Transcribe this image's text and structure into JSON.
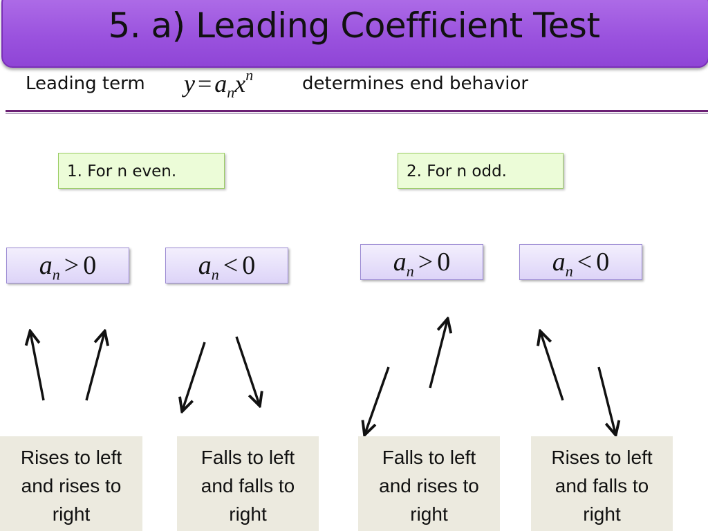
{
  "title": "5. a) Leading Coefficient Test",
  "subtitle": {
    "left": "Leading term",
    "formula": {
      "y": "y",
      "eq": "=",
      "a": "a",
      "sub": "n",
      "x": "x",
      "sup": "n"
    },
    "right": "determines end behavior"
  },
  "cases": [
    {
      "label": "1. For n even."
    },
    {
      "label": "2. For n odd."
    }
  ],
  "conditions": [
    {
      "a": "a",
      "sub": "n",
      "op": ">",
      "val": "0"
    },
    {
      "a": "a",
      "sub": "n",
      "op": "<",
      "val": "0"
    },
    {
      "a": "a",
      "sub": "n",
      "op": ">",
      "val": "0"
    },
    {
      "a": "a",
      "sub": "n",
      "op": "<",
      "val": "0"
    }
  ],
  "descriptions": [
    {
      "line1": "Rises to left",
      "line2": "and rises to",
      "line3": "right"
    },
    {
      "line1": "Falls to left",
      "line2": "and falls to",
      "line3": "right"
    },
    {
      "line1": "Falls to left",
      "line2": "and rises to",
      "line3": "right"
    },
    {
      "line1": "Rises to left",
      "line2": "and falls to",
      "line3": "right"
    }
  ],
  "colors": {
    "title_bar": "#9a52de",
    "rule": "#6b1f73",
    "case_box": "#ecfcd8",
    "condition_box": "#ddd4f8",
    "description_box": "#eceadf"
  },
  "icons": [
    "arrow-up-left-icon",
    "arrow-up-right-icon",
    "arrow-down-left-icon",
    "arrow-down-right-icon"
  ]
}
